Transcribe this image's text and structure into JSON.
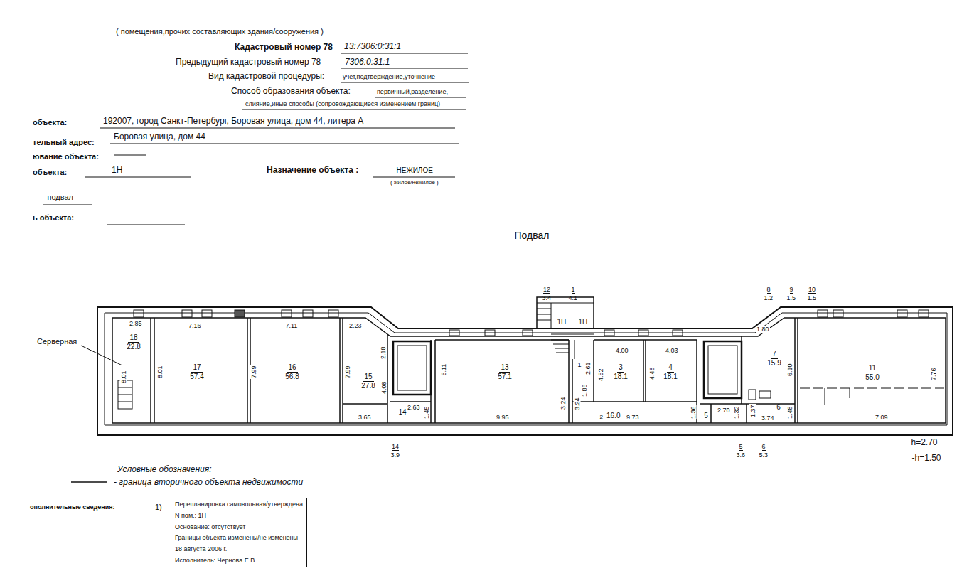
{
  "diagram": {
    "title": "Подвал",
    "nodes": [
      {
        "text": [
          "18",
          "22.8"
        ]
      },
      {
        "text": [
          "17",
          "57.4"
        ]
      },
      {
        "text": [
          "16",
          "56.8"
        ]
      },
      {
        "text": [
          "15",
          "27.8"
        ]
      },
      {
        "text": [
          "14"
        ]
      },
      {
        "text": [
          "13",
          "57.1"
        ]
      },
      {
        "text": [
          "3",
          "18.1"
        ]
      },
      {
        "text": [
          "4",
          "18.1"
        ]
      },
      {
        "text": [
          "2",
          "16.0"
        ]
      },
      {
        "text": [
          "5"
        ]
      },
      {
        "text": [
          "7",
          "15.9"
        ]
      },
      {
        "text": [
          "11",
          "55.0"
        ]
      },
      {
        "text": [
          "6"
        ]
      },
      {
        "text": [
          "Перепланировка самовольная/утверждена",
          "N пом.: 1Н",
          "Основание: отсутствует",
          "Границы объекта изменены/не изменены",
          "18 августа 2006 г.",
          "Исполнитель: Чернова Е.В."
        ]
      }
    ],
    "labels": [
      "( помещения,прочих составляющих здания/сооружения )",
      "Кадастровый номер 78",
      "13:7306:0:31:1",
      "Предыдущий кадастровый номер 78",
      "7306:0:31:1",
      "Вид кадастровой процедуры:",
      "учет,подтверждение,уточнение",
      "Способ образования объекта:",
      "первичный,разделение,",
      "слияние,иные способы (сопровождающиеся изменением границ)",
      "объекта:",
      "192007, город Санкт-Петербург, Боровая улица, дом 44, литера А",
      "тельный адрес:",
      "Боровая улица, дом 44",
      "ювание объекта:",
      "объекта:",
      "1Н",
      "Назначение объекта :",
      "НЕЖИЛОЕ",
      "( жилое/нежилое )",
      "подвал",
      "ь объекта:",
      "12",
      "3.4",
      "1",
      "4.1",
      "8",
      "1.2",
      "9",
      "1.5",
      "10",
      "1.5",
      "14",
      "3.9",
      "5",
      "3.6",
      "6",
      "5.3",
      "1Н",
      "1Н",
      "h=2.70",
      "-h=1.50",
      "2.85",
      "7.16",
      "7.11",
      "2.23",
      "8.01",
      "8.01",
      "7.99",
      "7.99",
      "2.18",
      "4.08",
      "3.65",
      "2.63",
      "1.45",
      "6.11",
      "9.95",
      "3.24",
      "3.24",
      "2.61",
      "1.88",
      "1",
      "4.00",
      "4.03",
      "4.52",
      "4.48",
      "9.73",
      "1.36",
      "2.70",
      "1.32",
      "1.37",
      "3.74",
      "1.48",
      "1.80",
      "6.10",
      "7.76",
      "7.09",
      "Серверная",
      "Условные обозначения:",
      "ополнительные сведения:",
      "1)"
    ],
    "legend": [
      {
        "text": "- граница вторичного объекта недвижимости"
      }
    ]
  }
}
